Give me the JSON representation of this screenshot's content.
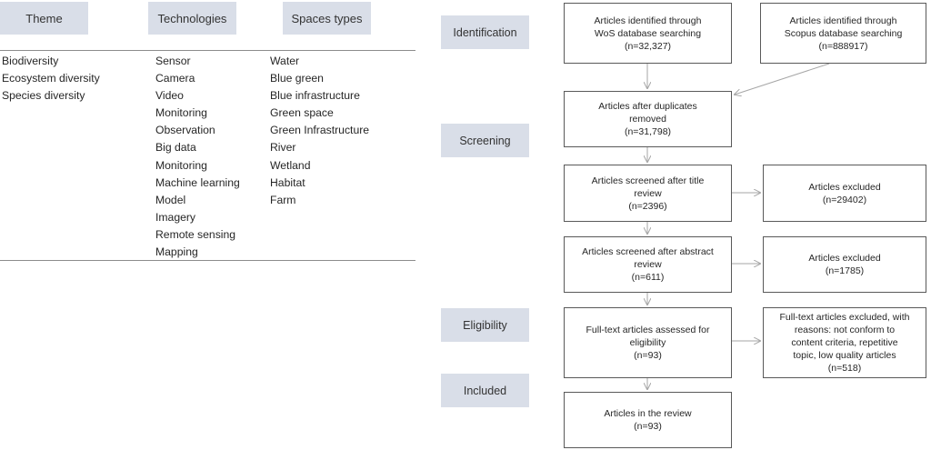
{
  "table": {
    "headers": [
      "Theme",
      "Technologies",
      "Spaces types"
    ],
    "theme": [
      "Biodiversity",
      "Ecosystem diversity",
      "Species diversity"
    ],
    "technologies": [
      "Sensor",
      "Camera",
      "Video",
      "Monitoring",
      "Observation",
      "Big data",
      "Monitoring",
      "Machine learning",
      "Model",
      "Imagery",
      "Remote sensing",
      "Mapping"
    ],
    "spaces_types": [
      "Water",
      "Blue green",
      "Blue infrastructure",
      "Green space",
      "Green Infrastructure",
      "River",
      "Wetland",
      "Habitat",
      "Farm"
    ]
  },
  "flow": {
    "stages": [
      "Identification",
      "Screening",
      "Eligibility",
      "Included"
    ],
    "wos": [
      "Articles identified through",
      "WoS database searching",
      "(n=32,327)"
    ],
    "scopus": [
      "Articles identified through",
      "Scopus database searching",
      "(n=888917)"
    ],
    "dedup": [
      "Articles after duplicates",
      "removed",
      "(n=31,798)"
    ],
    "title_screen": [
      "Articles screened after title",
      "review",
      "(n=2396)"
    ],
    "title_excluded": [
      "Articles excluded",
      "(n=29402)"
    ],
    "abstract_screen": [
      "Articles screened after abstract",
      "review",
      "(n=611)"
    ],
    "abstract_excluded": [
      "Articles excluded",
      "(n=1785)"
    ],
    "fulltext": [
      "Full-text articles assessed for",
      "eligibility",
      "(n=93)"
    ],
    "fulltext_excluded": [
      "Full-text articles excluded, with",
      "reasons: not conform to",
      "content criteria, repetitive",
      "topic, low quality articles",
      "(n=518)"
    ],
    "included": [
      "Articles in the review",
      "(n=93)"
    ]
  },
  "colors": {
    "header_fill": "#d9dee8",
    "box_border": "#595959",
    "arrow": "#a6a6a6"
  }
}
